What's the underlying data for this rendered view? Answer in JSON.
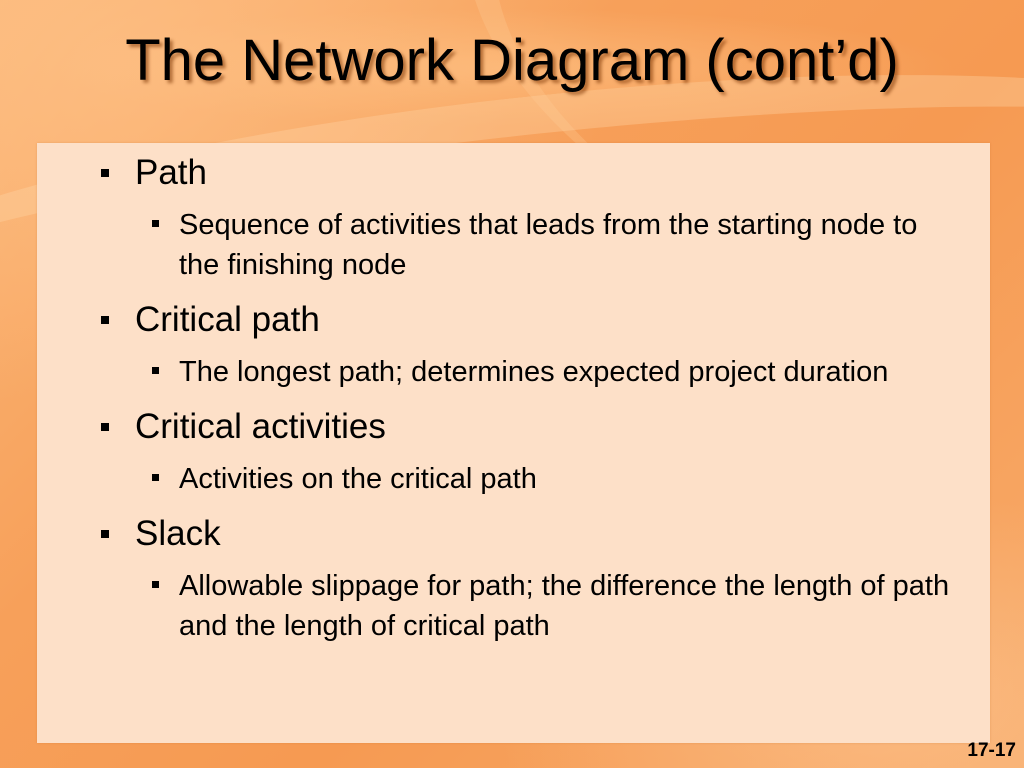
{
  "slide": {
    "title": "The Network Diagram (cont’d)",
    "slide_number": "17-17",
    "bullets": [
      {
        "text": "Path",
        "sub": [
          "Sequence of activities that leads from the starting node to the finishing node"
        ]
      },
      {
        "text": "Critical path",
        "sub": [
          "The longest path; determines expected project duration"
        ]
      },
      {
        "text": "Critical activities",
        "sub": [
          "Activities on the critical path"
        ]
      },
      {
        "text": "Slack",
        "sub": [
          "Allowable slippage for  path; the difference the length of path and the length of critical path"
        ]
      }
    ]
  }
}
